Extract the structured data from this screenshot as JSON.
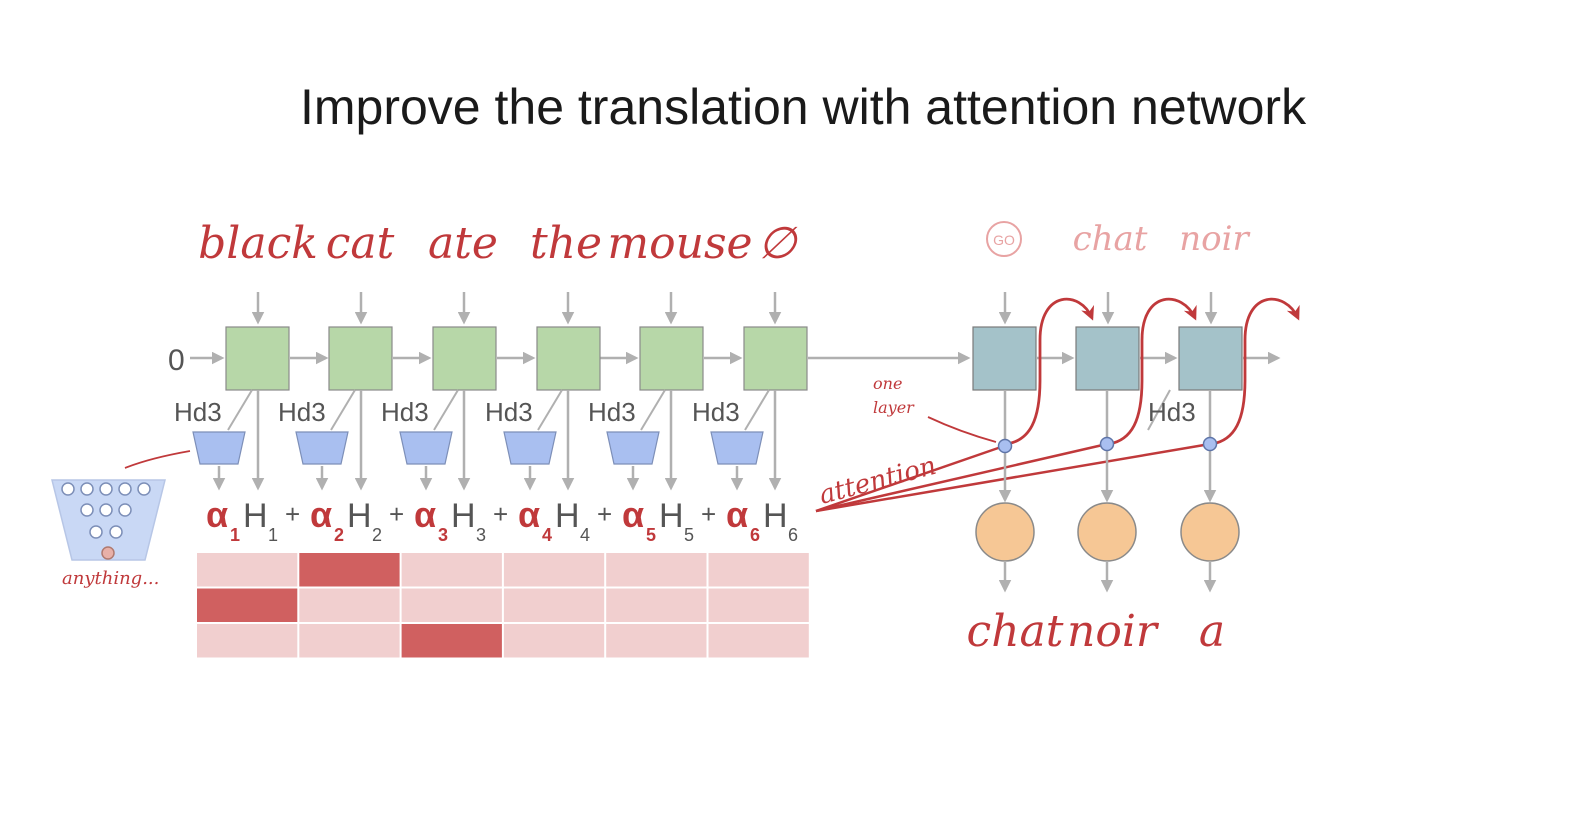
{
  "title": "Improve the translation with attention network",
  "source_words": [
    "black",
    "cat",
    "ate",
    "the",
    "mouse",
    "∅"
  ],
  "initial_state": "0",
  "encoder_hidden_label": "Hd3",
  "decoder_inputs": [
    "GO",
    "chat",
    "noir"
  ],
  "decoder_hidden_label": "Hd3",
  "outputs": [
    "chat",
    "noir",
    "a"
  ],
  "annotations": {
    "one_layer": [
      "one",
      "layer"
    ],
    "attention": "attention",
    "anything": "anything..."
  },
  "context_terms": [
    {
      "alpha": "α",
      "alpha_sub": "1",
      "h": "H",
      "h_sub": "1"
    },
    {
      "alpha": "α",
      "alpha_sub": "2",
      "h": "H",
      "h_sub": "2"
    },
    {
      "alpha": "α",
      "alpha_sub": "3",
      "h": "H",
      "h_sub": "3"
    },
    {
      "alpha": "α",
      "alpha_sub": "4",
      "h": "H",
      "h_sub": "4"
    },
    {
      "alpha": "α",
      "alpha_sub": "5",
      "h": "H",
      "h_sub": "5"
    },
    {
      "alpha": "α",
      "alpha_sub": "6",
      "h": "H",
      "h_sub": "6"
    }
  ],
  "plus_sign": "+",
  "attention_matrix": [
    [
      0,
      1,
      0,
      0,
      0,
      0
    ],
    [
      1,
      0,
      0,
      0,
      0,
      0
    ],
    [
      0,
      0,
      1,
      0,
      0,
      0
    ]
  ],
  "colors": {
    "encoder_cell": "#b7d7a8",
    "decoder_cell": "#a4c2c9",
    "output_node": "#f6c795",
    "accent_red": "#c0393b",
    "weight_low": "#f1cfcf",
    "weight_high": "#d06060",
    "attention_dot": "#a9bff0",
    "arrow_gray": "#b0b0b0",
    "score_net": "#a9bff0"
  }
}
